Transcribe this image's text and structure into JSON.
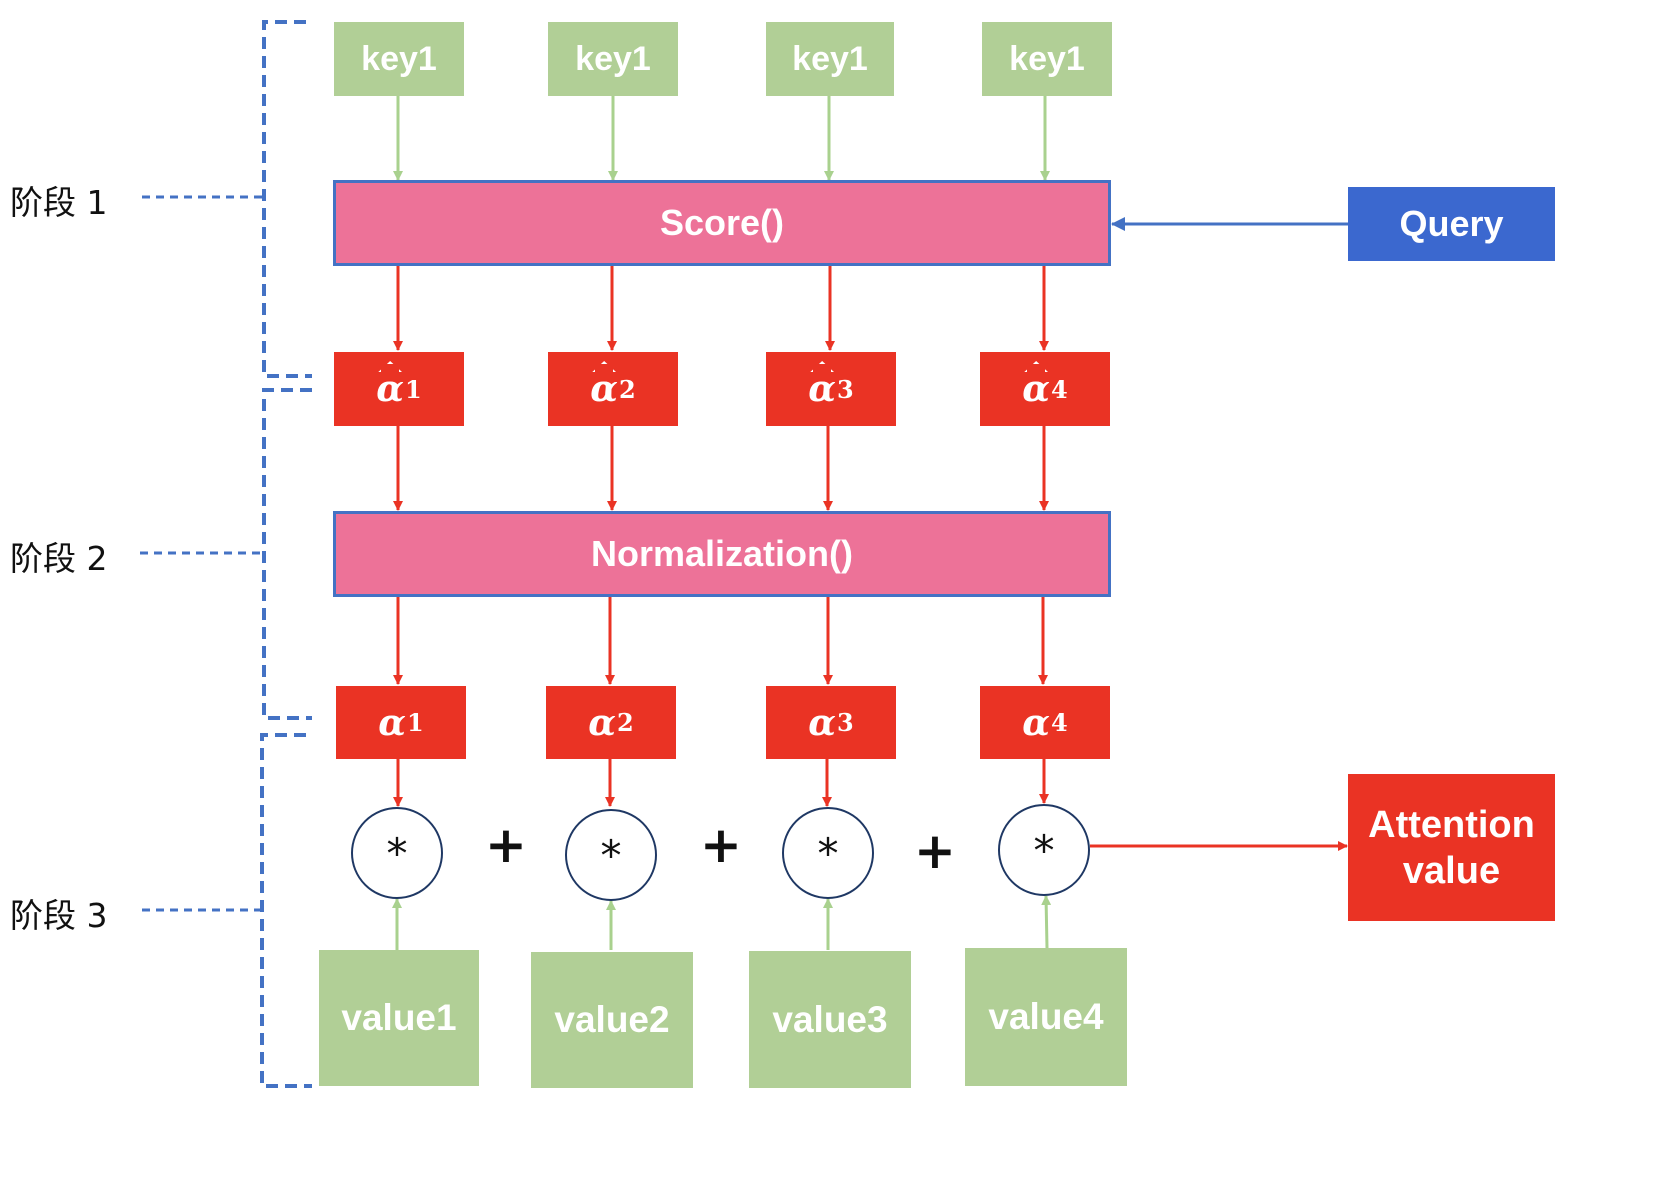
{
  "stages": [
    "阶段 1",
    "阶段 2",
    "阶段 3"
  ],
  "keys": [
    "key1",
    "key1",
    "key1",
    "key1"
  ],
  "score_label": "Score()",
  "normalization_label": "Normalization()",
  "query_label": "Query",
  "alpha_hat": [
    {
      "symbol": "α",
      "index": "1"
    },
    {
      "symbol": "α",
      "index": "2"
    },
    {
      "symbol": "α",
      "index": "3"
    },
    {
      "symbol": "α",
      "index": "4"
    }
  ],
  "alpha": [
    {
      "symbol": "α",
      "index": "1"
    },
    {
      "symbol": "α",
      "index": "2"
    },
    {
      "symbol": "α",
      "index": "3"
    },
    {
      "symbol": "α",
      "index": "4"
    }
  ],
  "multiply_symbol": "*",
  "plus_symbol": "+",
  "values": [
    "value1",
    "value2",
    "value3",
    "value4"
  ],
  "attention_label": [
    "Attention",
    "value"
  ],
  "colors": {
    "key_green": "#b1cf96",
    "function_pink": "#ed7298",
    "alpha_red": "#ea3324",
    "query_blue": "#3b68cf",
    "bracket_blue": "#4472c4",
    "arrow_red": "#ea3324",
    "arrow_green": "#a9d18e"
  }
}
